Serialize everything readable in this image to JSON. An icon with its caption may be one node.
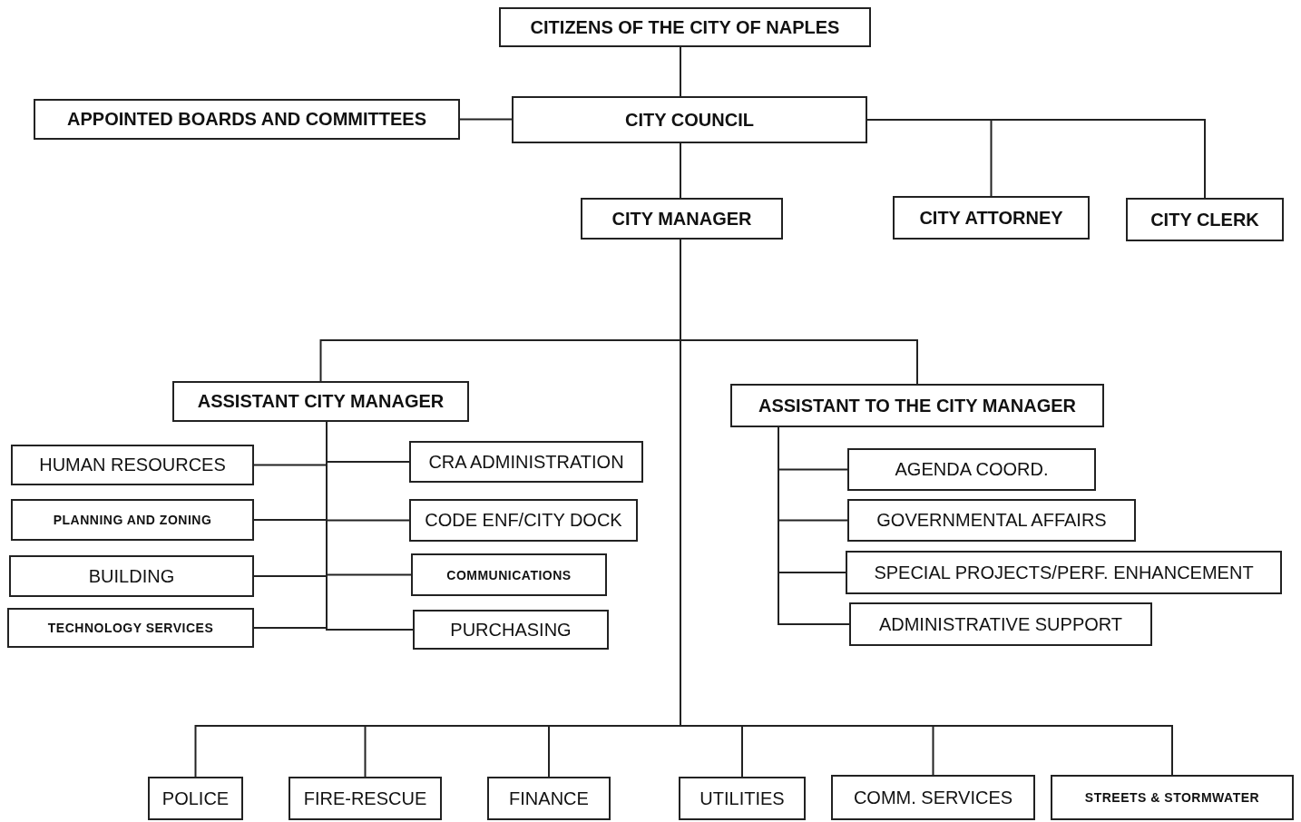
{
  "diagram": {
    "nodes": [
      {
        "text": [
          "CITIZENS OF THE CITY OF NAPLES"
        ]
      },
      {
        "text": [
          "APPOINTED BOARDS AND COMMITTEES"
        ]
      },
      {
        "text": [
          "CITY COUNCIL"
        ]
      },
      {
        "text": [
          "CITY MANAGER"
        ]
      },
      {
        "text": [
          "CITY ATTORNEY"
        ]
      },
      {
        "text": [
          "CITY CLERK"
        ]
      },
      {
        "text": [
          "ASSISTANT CITY MANAGER"
        ]
      },
      {
        "text": [
          "HUMAN RESOURCES"
        ]
      },
      {
        "text": [
          "PLANNING AND ZONING"
        ]
      },
      {
        "text": [
          "BUILDING"
        ]
      },
      {
        "text": [
          "TECHNOLOGY SERVICES"
        ]
      },
      {
        "text": [
          "CRA ADMINISTRATION"
        ]
      },
      {
        "text": [
          "CODE ENF/CITY DOCK"
        ]
      },
      {
        "text": [
          "COMMUNICATIONS"
        ]
      },
      {
        "text": [
          "PURCHASING"
        ]
      },
      {
        "text": [
          "ASSISTANT TO THE CITY MANAGER"
        ]
      },
      {
        "text": [
          "AGENDA COORD."
        ]
      },
      {
        "text": [
          "GOVERNMENTAL AFFAIRS"
        ]
      },
      {
        "text": [
          "SPECIAL PROJECTS/PERF. ENHANCEMENT"
        ]
      },
      {
        "text": [
          "ADMINISTRATIVE SUPPORT"
        ]
      },
      {
        "text": [
          "POLICE"
        ]
      },
      {
        "text": [
          "FIRE-RESCUE"
        ]
      },
      {
        "text": [
          "FINANCE"
        ]
      },
      {
        "text": [
          "UTILITIES"
        ]
      },
      {
        "text": [
          "COMM. SERVICES"
        ]
      },
      {
        "text": [
          "STREETS & STORMWATER"
        ]
      }
    ],
    "edges": [
      {
        "from": 0,
        "to": 2,
        "arrow": "none"
      },
      {
        "from": 1,
        "to": 2,
        "arrow": "none"
      },
      {
        "from": 2,
        "to": 3,
        "arrow": "none"
      },
      {
        "from": 2,
        "to": 4,
        "arrow": "none"
      },
      {
        "from": 2,
        "to": 5,
        "arrow": "none"
      },
      {
        "from": 3,
        "to": 6,
        "arrow": "none"
      },
      {
        "from": 3,
        "to": 15,
        "arrow": "none"
      },
      {
        "from": 6,
        "to": 7,
        "arrow": "none"
      },
      {
        "from": 6,
        "to": 8,
        "arrow": "none"
      },
      {
        "from": 6,
        "to": 9,
        "arrow": "none"
      },
      {
        "from": 6,
        "to": 10,
        "arrow": "none"
      },
      {
        "from": 6,
        "to": 11,
        "arrow": "none"
      },
      {
        "from": 6,
        "to": 12,
        "arrow": "none"
      },
      {
        "from": 6,
        "to": 13,
        "arrow": "none"
      },
      {
        "from": 6,
        "to": 14,
        "arrow": "none"
      },
      {
        "from": 15,
        "to": 16,
        "arrow": "none"
      },
      {
        "from": 15,
        "to": 17,
        "arrow": "none"
      },
      {
        "from": 15,
        "to": 18,
        "arrow": "none"
      },
      {
        "from": 15,
        "to": 19,
        "arrow": "none"
      },
      {
        "from": 3,
        "to": 20,
        "arrow": "none"
      },
      {
        "from": 3,
        "to": 21,
        "arrow": "none"
      },
      {
        "from": 3,
        "to": 22,
        "arrow": "none"
      },
      {
        "from": 3,
        "to": 23,
        "arrow": "none"
      },
      {
        "from": 3,
        "to": 24,
        "arrow": "none"
      },
      {
        "from": 3,
        "to": 25,
        "arrow": "none"
      }
    ]
  }
}
